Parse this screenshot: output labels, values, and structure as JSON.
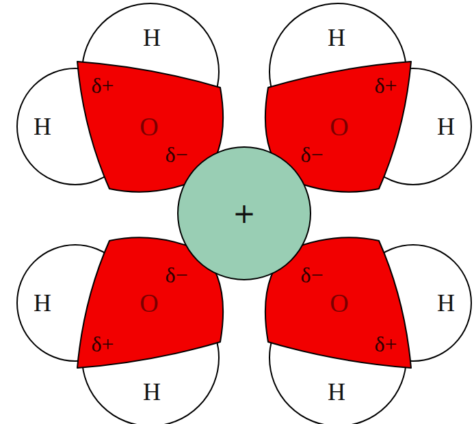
{
  "diagram": {
    "nodes": [
      {
        "text": [
          "H"
        ]
      },
      {
        "text": [
          "H"
        ]
      },
      {
        "text": [
          "δ+",
          "O",
          "δ−"
        ]
      },
      {
        "text": [
          "H"
        ]
      },
      {
        "text": [
          "H"
        ]
      },
      {
        "text": [
          "δ+",
          "O",
          "δ−"
        ]
      },
      {
        "text": [
          "+"
        ]
      },
      {
        "text": [
          "H"
        ]
      },
      {
        "text": [
          "H"
        ]
      },
      {
        "text": [
          "δ+",
          "O",
          "δ−"
        ]
      },
      {
        "text": [
          "H"
        ]
      },
      {
        "text": [
          "H"
        ]
      },
      {
        "text": [
          "δ+",
          "O",
          "δ−"
        ]
      }
    ]
  }
}
